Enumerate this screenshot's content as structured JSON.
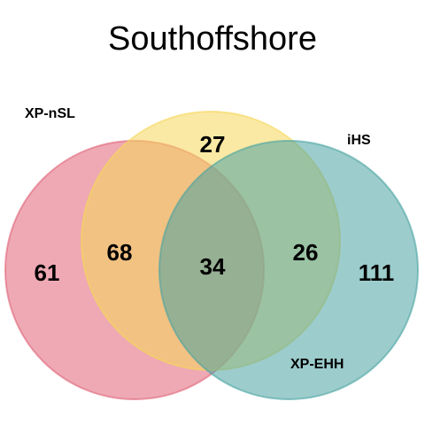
{
  "title": "Southoffshore",
  "sets": [
    {
      "name": "XP-nSL",
      "color": "#e06377"
    },
    {
      "name": "iHS",
      "color": "#f5d75a"
    },
    {
      "name": "XP-EHH",
      "color": "#4aa3a2"
    }
  ],
  "regions": {
    "xpnsl_only": "61",
    "ihs_only": "27",
    "xpehh_only": "111",
    "xpnsl_ihs": "68",
    "all_three": "34",
    "ihs_xpehh": "26"
  }
}
